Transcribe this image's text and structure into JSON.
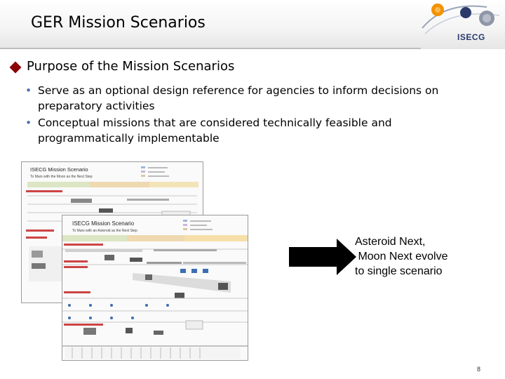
{
  "slide": {
    "title": "GER Mission Scenarios",
    "logo_text": "ISECG",
    "heading": "Purpose of the Mission Scenarios",
    "bullets": [
      "Serve as an optional design reference for agencies to inform decisions on preparatory activities",
      "Conceptual missions that are considered technically feasible and programmatically implementable"
    ],
    "callout_lines": [
      "Asteroid Next,",
      " Moon Next evolve",
      "to single scenario"
    ],
    "page_number": "8"
  },
  "figure_back": {
    "title": "ISECG Mission Scenario",
    "subtitle": "To Mars with the Moon as the Next Step"
  },
  "figure_front": {
    "title": "ISECG Mission Scenario",
    "subtitle": "To Mars with an Asteroid as the Next Step"
  },
  "colors": {
    "diamond": "#8b0000",
    "bullet": "#4a6fb5",
    "logo_blue": "#2b3a6b",
    "logo_orange": "#f39200"
  }
}
